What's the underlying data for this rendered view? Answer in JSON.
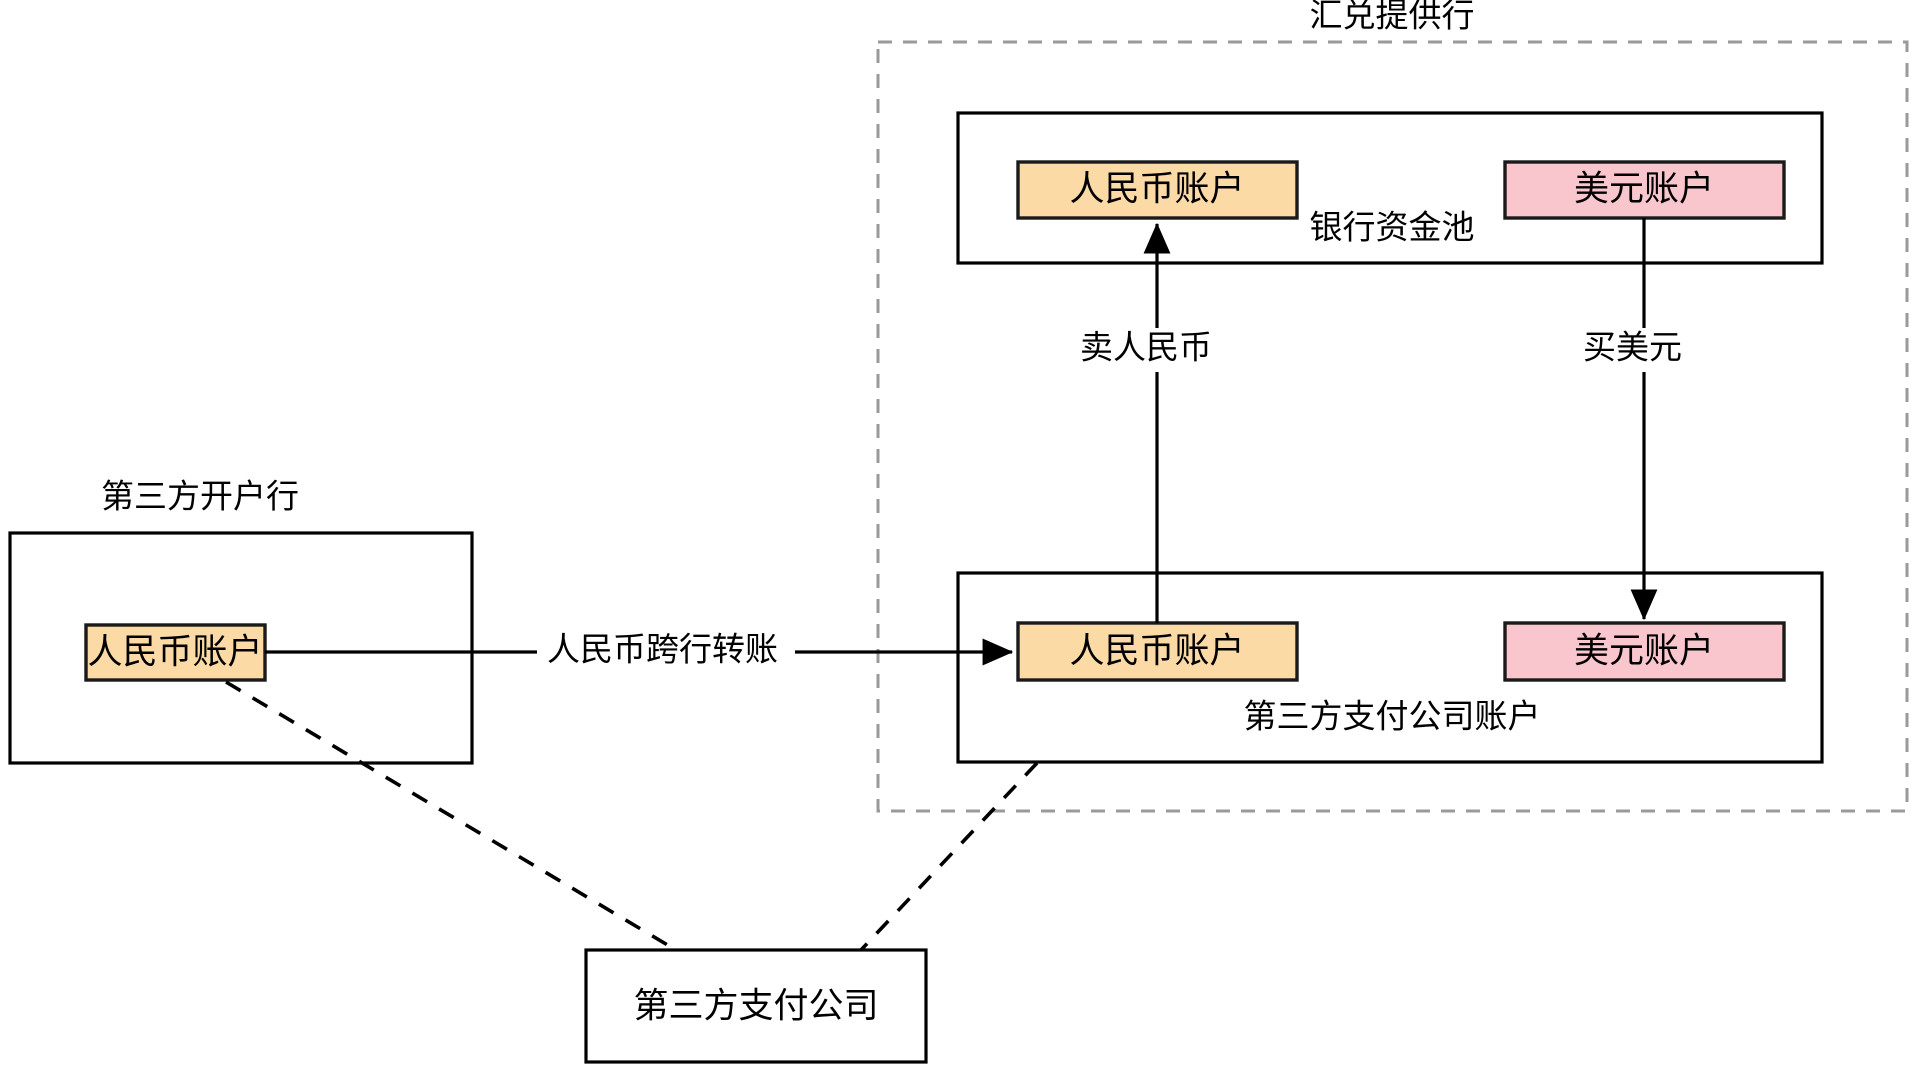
{
  "diagram": {
    "title_visible": false,
    "groups": [
      {
        "id": "fx-provider-bank",
        "name": "汇兑提供行",
        "style": "dashed"
      },
      {
        "id": "bank-fund-pool",
        "name": "银行资金池",
        "style": "solid"
      },
      {
        "id": "third-party-payment-accounts",
        "name": "第三方支付公司账户",
        "style": "solid"
      },
      {
        "id": "third-party-opening-bank",
        "name": "第三方开户行",
        "style": "solid"
      }
    ],
    "nodes": [
      {
        "id": "rmb-account-opening-bank",
        "label": "人民币账户",
        "type": "rmb-account"
      },
      {
        "id": "rmb-account-pool",
        "label": "人民币账户",
        "type": "rmb-account"
      },
      {
        "id": "usd-account-pool",
        "label": "美元账户",
        "type": "usd-account"
      },
      {
        "id": "rmb-account-tpp",
        "label": "人民币账户",
        "type": "rmb-account"
      },
      {
        "id": "usd-account-tpp",
        "label": "美元账户",
        "type": "usd-account"
      },
      {
        "id": "third-party-payment-company",
        "label": "第三方支付公司",
        "type": "plain-box"
      }
    ],
    "edges": [
      {
        "id": "edge-cross-bank-transfer",
        "label": "人民币跨行转账",
        "style": "solid",
        "arrow": "end"
      },
      {
        "id": "edge-sell-rmb",
        "label": "卖人民币",
        "style": "solid",
        "arrow": "end"
      },
      {
        "id": "edge-buy-usd",
        "label": "买美元",
        "style": "solid",
        "arrow": "end"
      },
      {
        "id": "edge-tpp-to-opening-bank-account",
        "label": "",
        "style": "dashed",
        "arrow": "none"
      },
      {
        "id": "edge-tpp-to-payment-accounts",
        "label": "",
        "style": "dashed",
        "arrow": "none"
      }
    ],
    "colors": {
      "rmb_account_fill": "#FBDAA6",
      "usd_account_fill": "#F9C6CE",
      "node_border": "#1a1a1a",
      "group_solid_border": "#000000",
      "group_dashed_border": "#9a9a9a",
      "connector": "#000000",
      "background": "#ffffff"
    }
  }
}
